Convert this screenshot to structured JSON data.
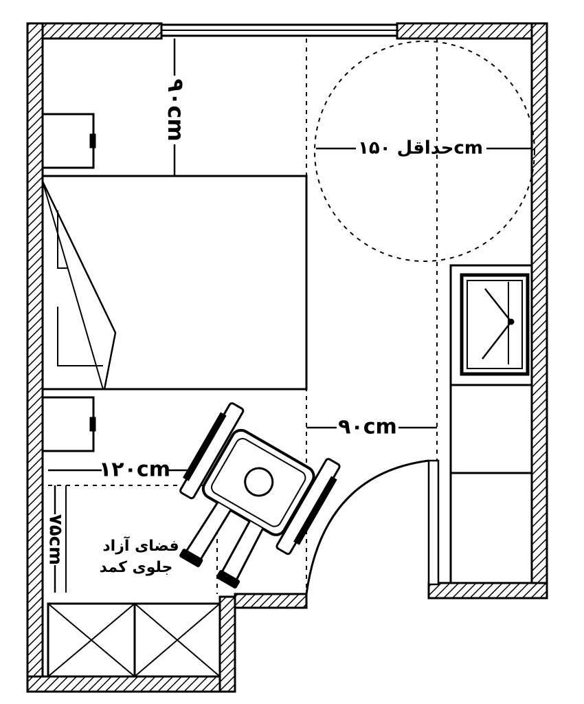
{
  "colors": {
    "ink": "#000000",
    "paper": "#ffffff"
  },
  "labels": {
    "bed_clearance": "۹۰cm",
    "turning_circle": "حداقل ۱۵۰cm",
    "aisle_width": "۹۰cm",
    "wardrobe_front_width": "۱۲۰cm",
    "wardrobe_front_depth": "۷۵cm",
    "free_space_line1": "فضای آزاد",
    "free_space_line2": "جلوی کمد"
  },
  "elements": {
    "room_walls": "hatched-wall",
    "window": "window-icon",
    "bed": "bed",
    "nightstand_top": "nightstand",
    "nightstand_bottom": "nightstand",
    "turning_circle": "dashed-circle",
    "wheelchair": "wheelchair-icon",
    "door": "door-swing",
    "wardrobe": "wardrobe",
    "bathroom_fixture": "washbasin-icon"
  }
}
